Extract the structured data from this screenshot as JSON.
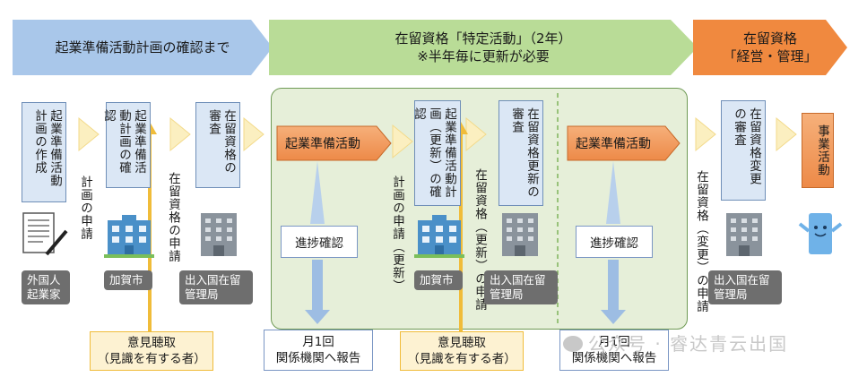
{
  "banners": {
    "phase1": "起業準備活動計画の確認まで",
    "phase2_line1": "在留資格「特定活動」（2年）",
    "phase2_line2": "※半年毎に更新が必要",
    "phase3_line1": "在留資格",
    "phase3_line2": "「経営・管理」"
  },
  "steps": {
    "plan_creation": "起業準備活動計画の作成",
    "plan_confirm": "起業準備活動計画の確認",
    "status_review": "在留資格の審査",
    "plan_confirm_renewal": "起業準備活動計画（更新）の確認",
    "renewal_review": "在留資格更新の審査",
    "change_review": "在留資格変更の審査",
    "business_activity": "事業活動"
  },
  "arrow_labels": {
    "plan_application": "計画の申請",
    "status_application": "在留資格の申請",
    "plan_application_renewal": "計画の申請（更新）",
    "status_application_renewal": "在留資格（更新）の申請",
    "status_application_change": "在留資格（変更）の申請"
  },
  "activities": {
    "prep_activity_1": "起業準備活動",
    "prep_activity_2": "起業準備活動",
    "progress_check_1": "進捗確認",
    "progress_check_2": "進捗確認"
  },
  "actors": {
    "foreign_entrepreneur": "外国人起業家",
    "kaga_city_1": "加賀市",
    "immigration_1": "出入国在留管理局",
    "kaga_city_2": "加賀市",
    "immigration_2": "出入国在留管理局",
    "immigration_3": "出入国在留管理局"
  },
  "opinions": {
    "opinion_1_line1": "意見聴取",
    "opinion_1_line2": "（見識を有する者）",
    "opinion_2_line1": "意見聴取",
    "opinion_2_line2": "（見識を有する者）"
  },
  "reports": {
    "report_1_line1": "月1回",
    "report_1_line2": "関係機関へ報告",
    "report_2_line1": "月1回",
    "report_2_line2": "関係機関へ報告"
  },
  "watermark": "公众号 · 睿达青云出国",
  "colors": {
    "banner_blue": "#a9c7ea",
    "banner_green": "#b9dc97",
    "banner_orange": "#f0893f",
    "step_blue": "#dbe7f5",
    "green_panel": "#e6efd9",
    "activity_orange": "#f08d4a",
    "opinion_yellow": "#f0bc3a"
  },
  "icons": [
    "document-pen-icon",
    "city-hall-building-icon",
    "immigration-office-building-icon",
    "business-building-mascot-icon"
  ]
}
